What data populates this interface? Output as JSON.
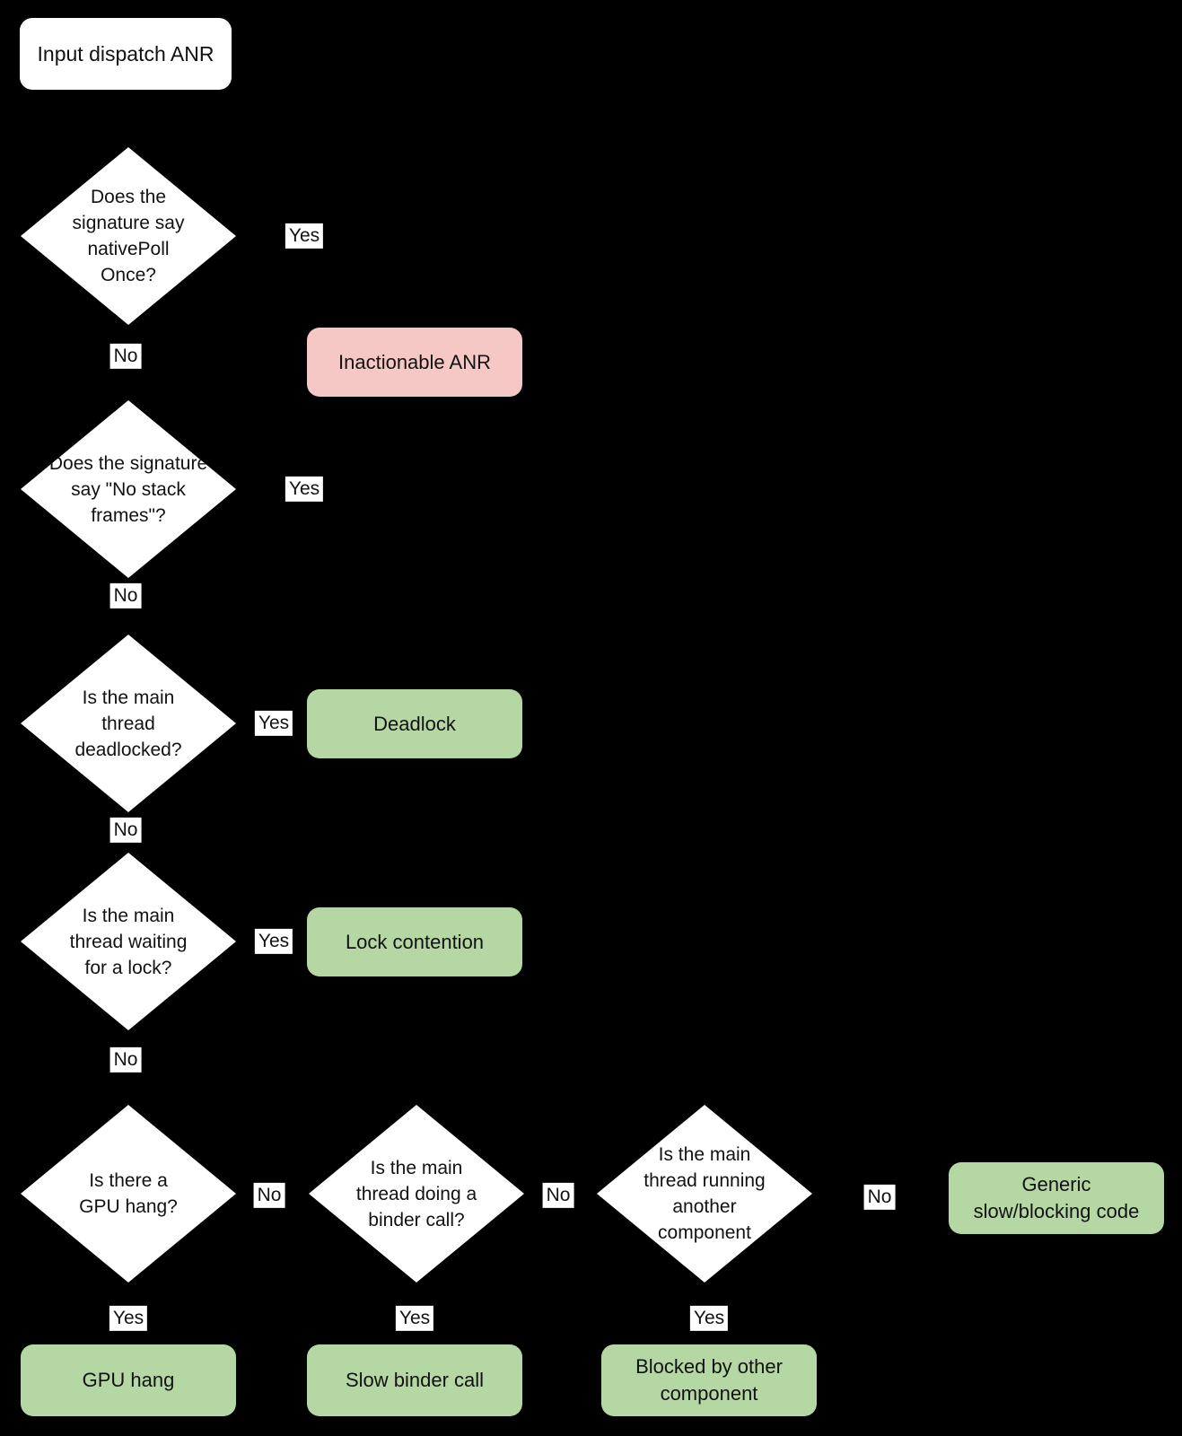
{
  "colors": {
    "page_bg": "#000000",
    "node_fill": "#ffffff",
    "result_green": "#b4d7a3",
    "result_red": "#f6c8c5",
    "label_bg": "#ffffff",
    "text": "#121212"
  },
  "start": {
    "label": "Input dispatch ANR"
  },
  "decisions": {
    "native_poll": {
      "label": "Does the signature say nativePoll Once?"
    },
    "no_stack_frames": {
      "label": "Does the signature say \"No stack frames\"?"
    },
    "deadlocked": {
      "label": "Is the main thread deadlocked?"
    },
    "waiting_lock": {
      "label": "Is the main thread waiting for a lock?"
    },
    "gpu_hang": {
      "label": "Is there a GPU hang?"
    },
    "binder_call": {
      "label": "Is the main thread doing a binder call?"
    },
    "other_component": {
      "label": "Is the main thread running another component"
    }
  },
  "results": {
    "inactionable": {
      "label": "Inactionable ANR",
      "status": "negative"
    },
    "deadlock": {
      "label": "Deadlock",
      "status": "positive"
    },
    "lock_contention": {
      "label": "Lock contention",
      "status": "positive"
    },
    "gpu_hang": {
      "label": "GPU hang",
      "status": "positive"
    },
    "slow_binder": {
      "label": "Slow binder call",
      "status": "positive"
    },
    "blocked_component": {
      "label": "Blocked by other component",
      "status": "positive"
    },
    "generic_slow": {
      "label": "Generic slow/blocking code",
      "status": "positive"
    }
  },
  "edge_labels": {
    "yes": "Yes",
    "no": "No"
  }
}
